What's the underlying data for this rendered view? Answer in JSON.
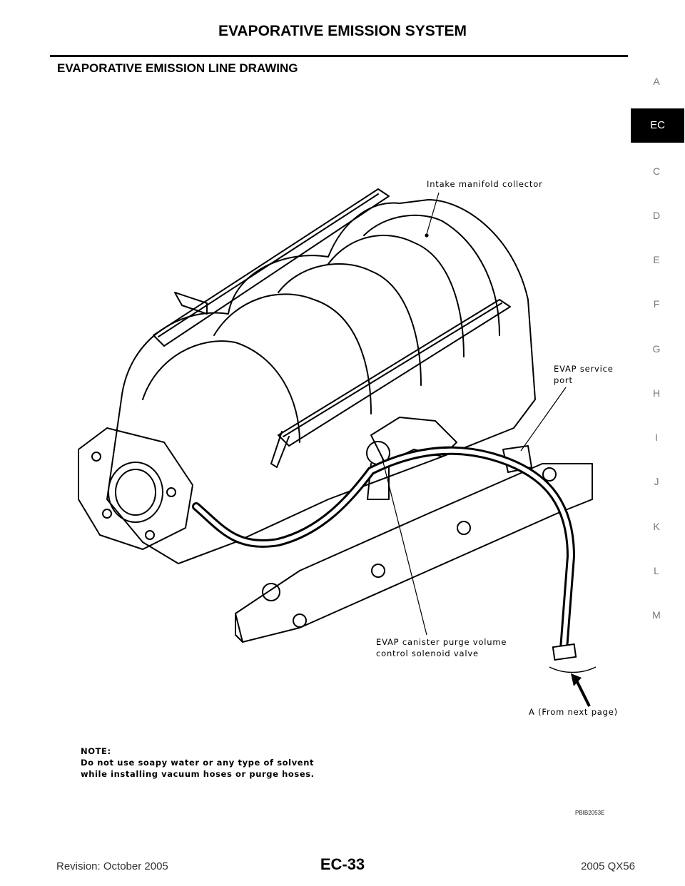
{
  "header": {
    "title": "EVAPORATIVE EMISSION SYSTEM"
  },
  "section": {
    "heading": "EVAPORATIVE EMISSION LINE DRAWING"
  },
  "side_tabs": [
    "A",
    "EC",
    "C",
    "D",
    "E",
    "F",
    "G",
    "H",
    "I",
    "J",
    "K",
    "L",
    "M"
  ],
  "active_tab": "EC",
  "figure": {
    "callouts": {
      "intake_manifold_collector": "Intake manifold collector",
      "evap_service_port": "EVAP service\nport",
      "evap_canister_purge_valve": "EVAP canister purge volume\ncontrol solenoid valve",
      "from_next_page": "A (From next page)"
    },
    "note_title": "NOTE:",
    "note_lines": [
      "Do not use soapy water or any type of solvent",
      "while installing vacuum hoses or purge hoses."
    ],
    "code": "PBIB2053E"
  },
  "footer": {
    "revision": "Revision: October 2005",
    "page": "EC-33",
    "model": "2005 QX56"
  },
  "colors": {
    "ink": "#000000",
    "tab_gray": "#777777",
    "active_tab_bg": "#000000"
  }
}
